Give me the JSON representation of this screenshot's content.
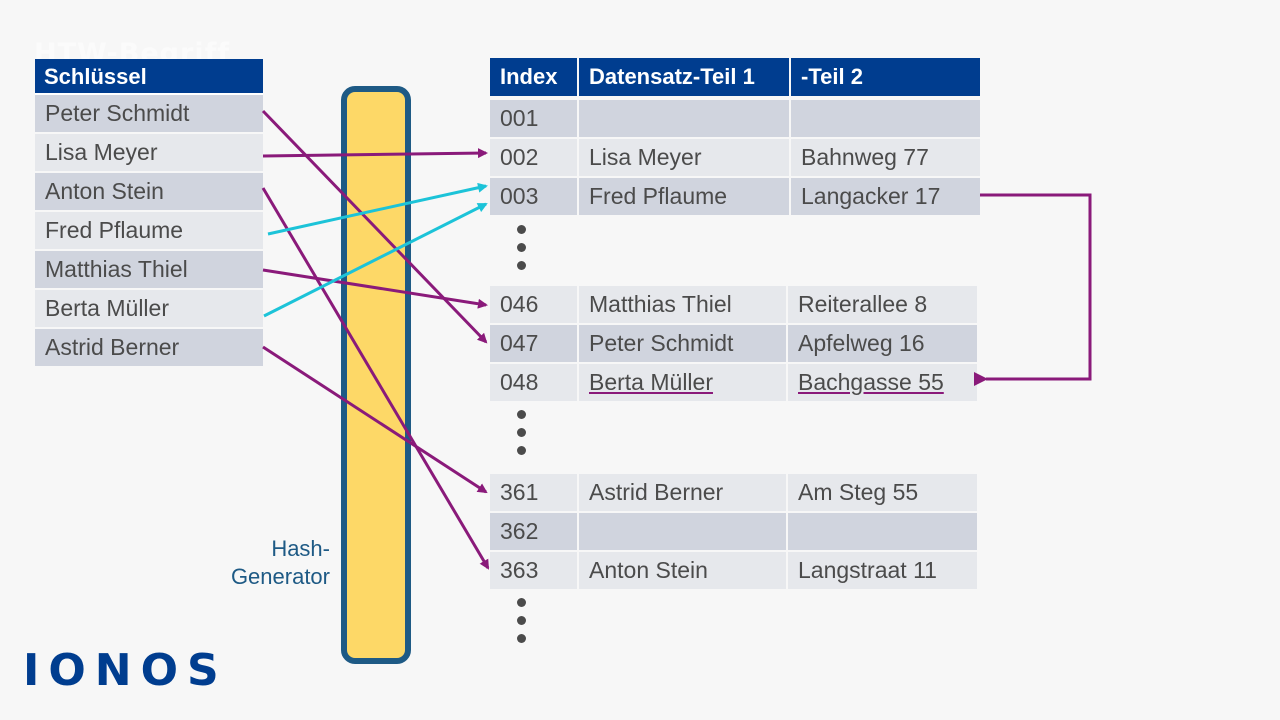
{
  "ghost_title": "HTW-Begriff",
  "key_table": {
    "header": "Schlüssel",
    "rows": [
      "Peter Schmidt",
      "Lisa Meyer",
      "Anton Stein",
      "Fred Pflaume",
      "Matthias Thiel",
      "Berta Müller",
      "Astrid Berner"
    ]
  },
  "hash_generator_label": "Hash-\nGenerator",
  "data_table": {
    "headers": [
      "Index",
      "Datensatz-Teil 1",
      "-Teil 2"
    ],
    "rows": [
      {
        "index": "001",
        "teil1": "",
        "teil2": ""
      },
      {
        "index": "002",
        "teil1": "Lisa Meyer",
        "teil2": "Bahnweg 77"
      },
      {
        "index": "003",
        "teil1": "Fred Pflaume",
        "teil2": "Langacker 17"
      },
      {
        "index": "046",
        "teil1": "Matthias Thiel",
        "teil2": "Reiterallee 8"
      },
      {
        "index": "047",
        "teil1": "Peter Schmidt",
        "teil2": "Apfelweg 16"
      },
      {
        "index": "048",
        "teil1": "Berta Müller",
        "teil2": "Bachgasse 55"
      },
      {
        "index": "361",
        "teil1": "Astrid Berner",
        "teil2": "Am Steg 55"
      },
      {
        "index": "362",
        "teil1": "",
        "teil2": ""
      },
      {
        "index": "363",
        "teil1": "Anton Stein",
        "teil2": "Langstraat 11"
      }
    ]
  },
  "colors": {
    "header_blue": "#003d8f",
    "arrow_purple": "#8a1a7a",
    "arrow_cyan": "#1cc3d8",
    "hash_fill": "#fdd867",
    "hash_border": "#1e5a85"
  },
  "logo": "IONOS"
}
